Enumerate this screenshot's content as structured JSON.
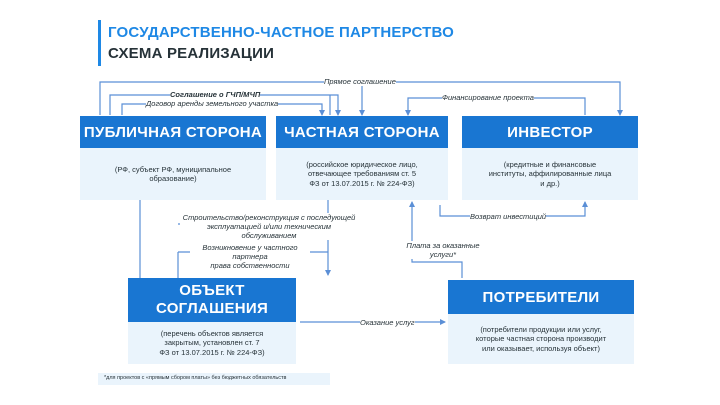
{
  "header": {
    "title_line1": "ГОСУДАРСТВЕННО-ЧАСТНОЕ ПАРТНЕРСТВО",
    "title_line2": "СХЕМА РЕАЛИЗАЦИИ"
  },
  "boxes": {
    "public": {
      "title": "ПУБЛИЧНАЯ СТОРОНА",
      "lines": [
        "(РФ, субъект РФ, муниципальное",
        "образование)"
      ]
    },
    "private": {
      "title": "ЧАСТНАЯ СТОРОНА",
      "lines": [
        "(российское юридическое лицо,",
        "отвечающее требованиям ст. 5",
        "ФЗ от 13.07.2015 г. № 224-ФЗ)"
      ]
    },
    "investor": {
      "title": "ИНВЕСТОР",
      "lines": [
        "(кредитные и финансовые",
        "институты, аффилированные лица",
        "и др.)"
      ]
    },
    "object": {
      "title_line1": "ОБЪЕКТ",
      "title_line2": "СОГЛАШЕНИЯ",
      "lines": [
        "(перечень объектов является",
        "закрытым, установлен ст. 7",
        "ФЗ от 13.07.2015 г. № 224-ФЗ)"
      ]
    },
    "consumers": {
      "title": "ПОТРЕБИТЕЛИ",
      "lines": [
        "(потребители продукции или услуг,",
        "которые частная сторона производит",
        "или оказывает, используя объект)"
      ]
    }
  },
  "labels": {
    "direct_agreement": "Прямое соглашение",
    "ppp_agreement": "Соглашение о ГЧП/МЧП",
    "land_lease": "Договор аренды земельного участка",
    "project_financing": "Финансирование проекта",
    "construction_1": "Строительство/реконструкция с последующей",
    "construction_2": "эксплуатацией и/или техническим обслуживанием",
    "ownership_1": "Возникновение у частного партнера",
    "ownership_2": "права собственности",
    "investment_return": "Возврат инвестиций",
    "payment_1": "Плата за оказанные",
    "payment_2": "услуги*",
    "service_provision": "Оказание услуг"
  },
  "footnote": "*для проектов с «прямым сбором платы» без бюджетных обязательств",
  "colors": {
    "accent": "#1e88e5",
    "box_header": "#1976d2",
    "box_body": "#eaf4fc",
    "line": "#5b8fd6"
  }
}
